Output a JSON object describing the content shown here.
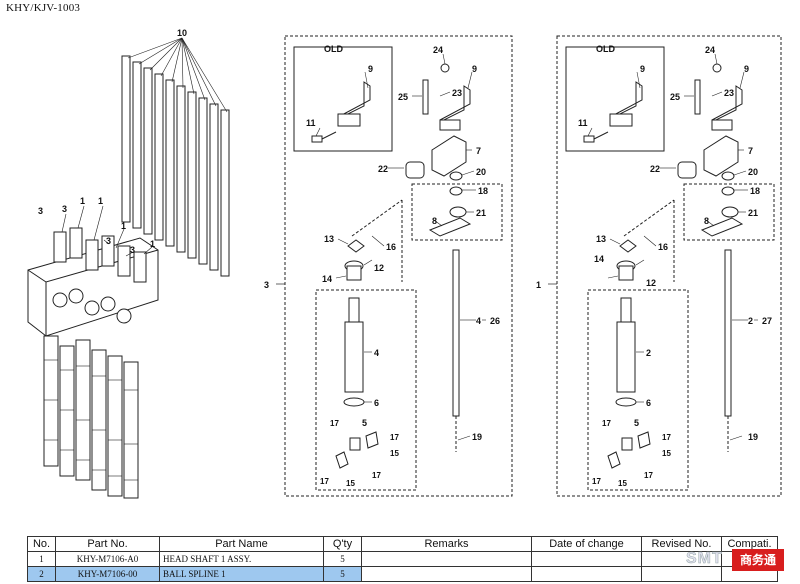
{
  "document": {
    "code": "KHY/KJV-1003"
  },
  "watermark": {
    "text_a": "SMT",
    "text_b": "商务通"
  },
  "diagram": {
    "callouts": {
      "c10": "10",
      "c1a": "1",
      "c1b": "1",
      "c1c": "1",
      "c1d": "1",
      "c3a": "3",
      "c3b": "3",
      "c3c": "3",
      "c3d": "3",
      "left_group_3": "3",
      "right_group_1": "1",
      "old_left": "OLD",
      "old_right": "OLD",
      "p9a": "9",
      "p11a": "11",
      "p24a": "24",
      "p25a": "25",
      "p23a": "23",
      "p9b": "9",
      "p7a": "7",
      "p22a": "22",
      "p20a": "20",
      "p18a": "18",
      "p8a": "8",
      "p21a": "21",
      "p13a": "13",
      "p16a": "16",
      "p12a": "12",
      "p14a": "14",
      "p4a": "4",
      "p4b": "4",
      "p26": "26",
      "p6a": "6",
      "p5a": "5",
      "p17a": "17",
      "p17b": "17",
      "p17c": "17",
      "p17d": "17",
      "p15a": "15",
      "p15b": "15",
      "p19a": "19",
      "p9c": "9",
      "p11b": "11",
      "p24b": "24",
      "p25b": "25",
      "p23b": "23",
      "p9d": "9",
      "p7b": "7",
      "p22b": "22",
      "p20b": "20",
      "p18b": "18",
      "p8b": "8",
      "p21b": "21",
      "p13b": "13",
      "p16b": "16",
      "p12b": "12",
      "p14b": "14",
      "p2a": "2",
      "p2b": "2",
      "p27": "27",
      "p6b": "6",
      "p5b": "5",
      "p17e": "17",
      "p17f": "17",
      "p17g": "17",
      "p17h": "17",
      "p15c": "15",
      "p15d": "15",
      "p19b": "19"
    }
  },
  "parts_table": {
    "headers": {
      "no": "No.",
      "part_no": "Part No.",
      "part_name": "Part Name",
      "qty": "Q'ty",
      "remarks": "Remarks",
      "date_change": "Date of change",
      "revised_no": "Revised No.",
      "compati": "Compati."
    },
    "rows": [
      {
        "no": "1",
        "part_no": "KHY-M7106-A0",
        "part_name": "HEAD SHAFT 1 ASSY.",
        "qty": "5",
        "remarks": "",
        "date_change": "",
        "revised_no": "",
        "compati": ""
      },
      {
        "no": "2",
        "part_no": "KHY-M7106-00",
        "part_name": "BALL SPLINE 1",
        "qty": "5",
        "remarks": "",
        "date_change": "",
        "revised_no": "",
        "compati": ""
      }
    ]
  }
}
